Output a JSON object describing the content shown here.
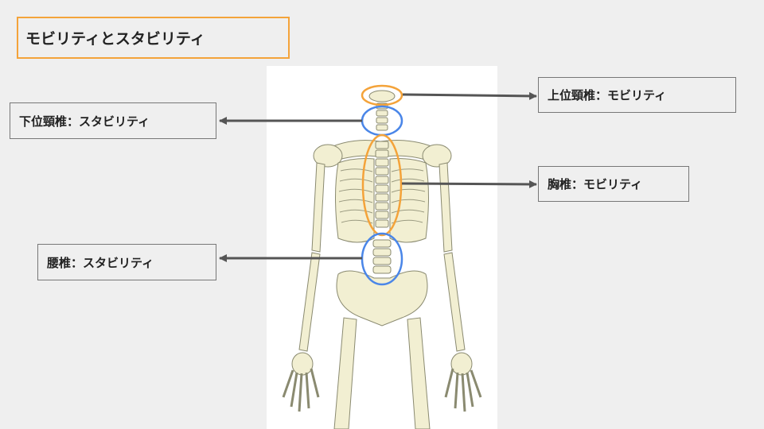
{
  "title": "モビリティとスタビリティ",
  "labels": {
    "upper_cervical": "上位頸椎：モビリティ",
    "lower_cervical": "下位頸椎：スタビリティ",
    "thoracic": "胸椎：モビリティ",
    "lumbar": "腰椎：スタビリティ"
  },
  "colors": {
    "background": "#efefef",
    "mobility": "#f4a33a",
    "stability": "#4a86e8",
    "bone": "#f2efd2",
    "bone_outline": "#8a8a70",
    "arrow": "#555555"
  }
}
